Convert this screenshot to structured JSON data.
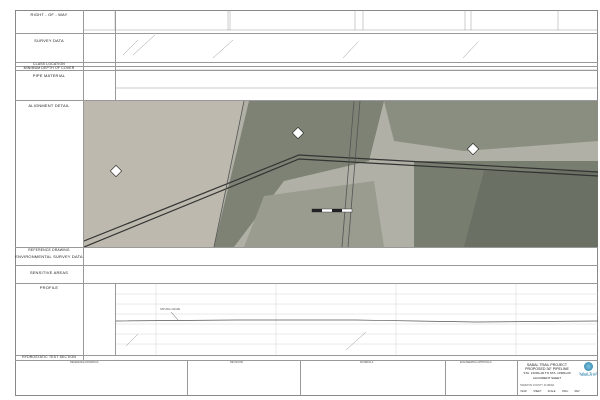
{
  "sections": {
    "row": "RIGHT - OF - WAY",
    "survey": "SURVEY DATA",
    "class": "CLASS LOCATION",
    "depth": "MINIMUM DEPTH OF COVER",
    "pipe": "PIPE MATERIAL",
    "alignment": "ALIGNMENT DETAIL",
    "reference": "REFERENCE DRAWING",
    "environmental": "ENVIRONMENTAL SURVEY DATA",
    "sensitive": "SENSITIVE AREAS",
    "profile": "PROFILE",
    "hydro": "HYDROSTATIC TEST SECTION"
  },
  "profile": {
    "natural_grade": "NATURAL GRADE"
  },
  "title_block": {
    "approvals": "ENGINEERING APPROVALS",
    "revisions": "REVISIONS",
    "materials": "MATERIALS",
    "ref_drawings": "REFERENCE DRAWINGS",
    "line1": "SABAL TRAIL PROJECT",
    "line2": "PROPOSED 36\" PIPELINE",
    "line3": "STA. 13336+00 TO STA. 13389+00",
    "line4": "ALIGNMENT SHEET",
    "county": "HAMILTON COUNTY, FLORIDA",
    "logo_name": "Sabal Trail",
    "logo_sub": "TRANSMISSION, LLC",
    "year_label": "YEAR:",
    "sheet_label": "SHEET:",
    "scale_label": "SCALE:",
    "dwg_label": "DWG:",
    "rev_label": "REV:"
  },
  "colors": {
    "brand": "#2a7fa8",
    "aerial": "#a9aa9c",
    "vegetation": "#6f7668"
  }
}
